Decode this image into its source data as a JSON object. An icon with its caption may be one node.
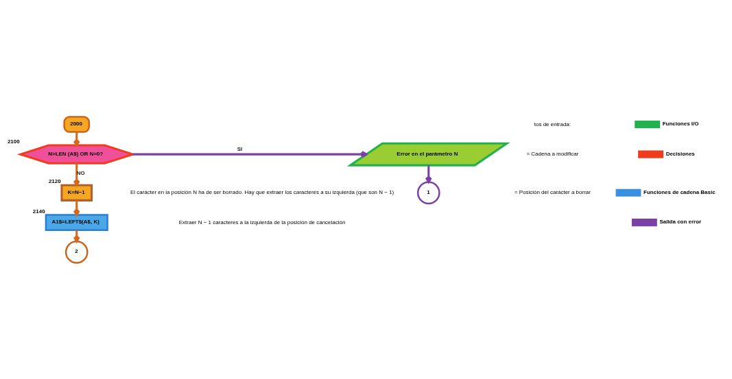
{
  "diagram": {
    "nodes": [
      {
        "text": [
          "2000"
        ]
      },
      {
        "text": [
          "N>LEN (A$) OR N=0?"
        ],
        "beside": [
          "2100"
        ]
      },
      {
        "text": [
          "Error en el parámetro N"
        ]
      },
      {
        "text": [
          "1"
        ]
      },
      {
        "text": [
          "K=N−1"
        ],
        "beside": [
          "2120"
        ]
      },
      {
        "text": [
          "A1$=LEFT$(A$, K)"
        ],
        "beside": [
          "2140"
        ]
      },
      {
        "text": [
          "2"
        ]
      }
    ],
    "edges": [
      {
        "from": 0,
        "to": 1,
        "arrow": "to"
      },
      {
        "from": 1,
        "to": 2,
        "arrow": "to",
        "label": "SI",
        "color": "#7b3fa8"
      },
      {
        "from": 2,
        "to": 3,
        "arrow": "to",
        "color": "#7b3fa8"
      },
      {
        "from": 1,
        "to": 4,
        "arrow": "to",
        "label": "NO"
      },
      {
        "from": 4,
        "to": 5,
        "arrow": "to"
      },
      {
        "from": 5,
        "to": 6,
        "arrow": "to"
      }
    ],
    "labels": [
      "tos de entrada:",
      "= Cadena a modificar",
      "= Posición del carácter a borrar",
      "El carácter en la posición N ha de ser borrado. Hay que extraer los caracteres a su izquierda (que son N − 1)",
      "Extraer N − 1 caracteres a la izquierda de la posición de cancelación"
    ],
    "legend": [
      {
        "text": "Funciones I/O",
        "color": "#22b14c"
      },
      {
        "text": "Decisiones",
        "color": "#f03c1e"
      },
      {
        "text": "Funciones de cadena Basic",
        "color": "#3a8fe0"
      },
      {
        "text": "Salida con error",
        "color": "#7b3fa8"
      }
    ]
  }
}
